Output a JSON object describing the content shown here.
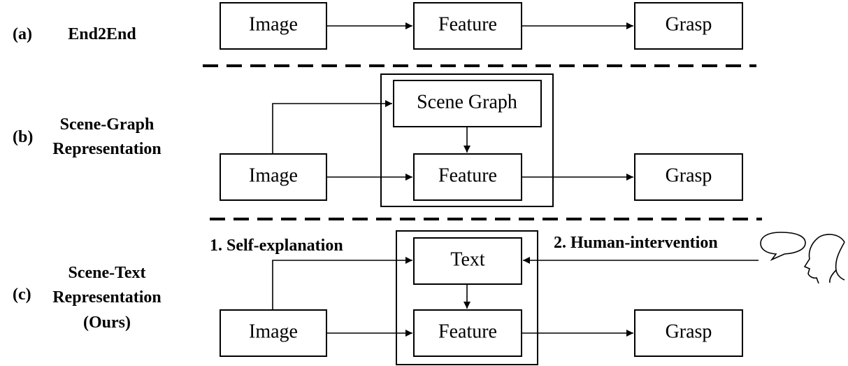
{
  "rows": {
    "a": {
      "tag": "(a)",
      "title": [
        "End2End"
      ]
    },
    "b": {
      "tag": "(b)",
      "title": [
        "Scene-Graph",
        "Representation"
      ]
    },
    "c": {
      "tag": "(c)",
      "title": [
        "Scene-Text",
        "Representation",
        "(Ours)"
      ]
    }
  },
  "nodes": {
    "image": "Image",
    "feature": "Feature",
    "grasp": "Grasp",
    "scene_graph": "Scene Graph",
    "text": "Text"
  },
  "edge_labels": {
    "self_explanation": "1. Self-explanation",
    "human_intervention": "2. Human-intervention"
  },
  "icons": [
    "speech-bubble-icon",
    "human-head-icon"
  ]
}
